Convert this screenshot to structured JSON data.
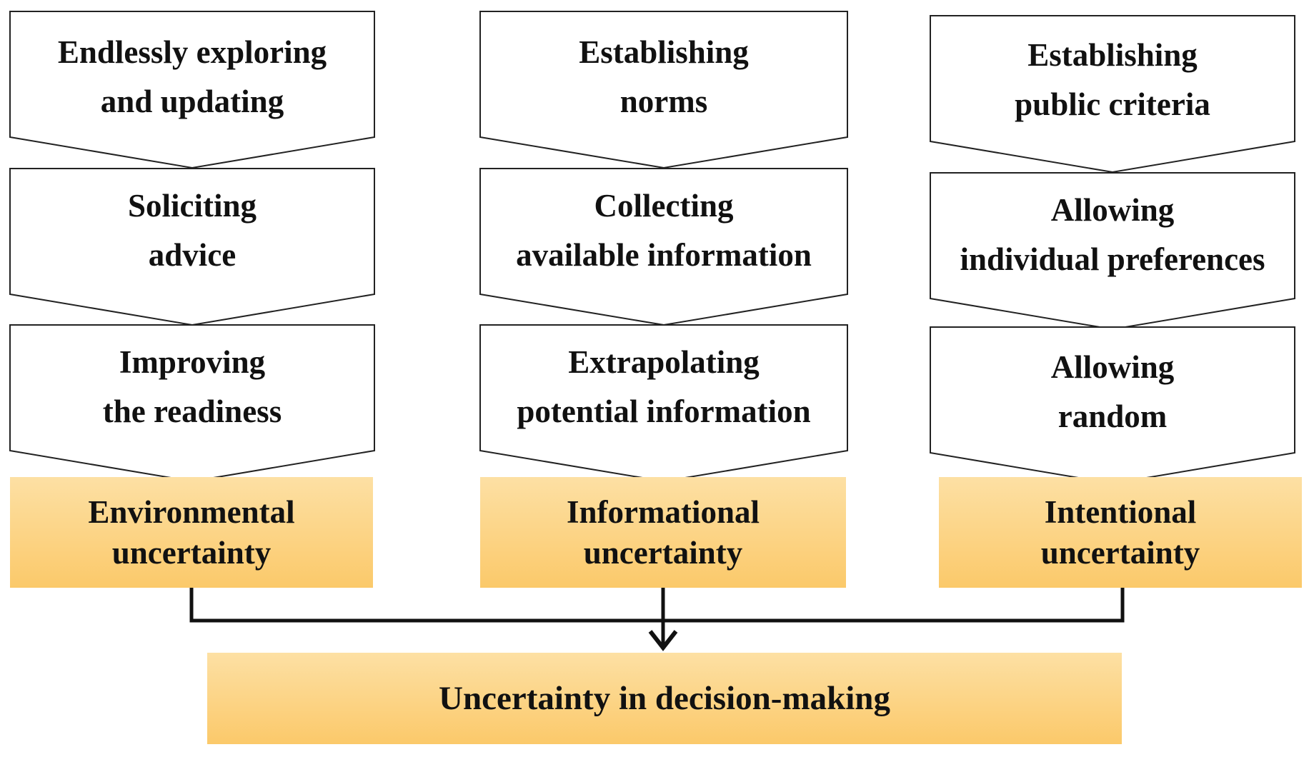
{
  "colors": {
    "box_fill_top": "#fde0a4",
    "box_fill_bottom": "#fbc96a",
    "outline": "#222222",
    "connector": "#111111"
  },
  "columns": [
    {
      "steps": [
        "Endlessly exploring\nand updating",
        "Soliciting\nadvice",
        "Improving\nthe readiness"
      ],
      "uncertainty": "Environmental\nuncertainty"
    },
    {
      "steps": [
        "Establishing\nnorms",
        "Collecting\navailable information",
        "Extrapolating\npotential information"
      ],
      "uncertainty": "Informational\nuncertainty"
    },
    {
      "steps": [
        "Establishing\npublic criteria",
        "Allowing\nindividual preferences",
        "Allowing\nrandom"
      ],
      "uncertainty": "Intentional\nuncertainty"
    }
  ],
  "final": {
    "label": "Uncertainty in decision-making"
  }
}
